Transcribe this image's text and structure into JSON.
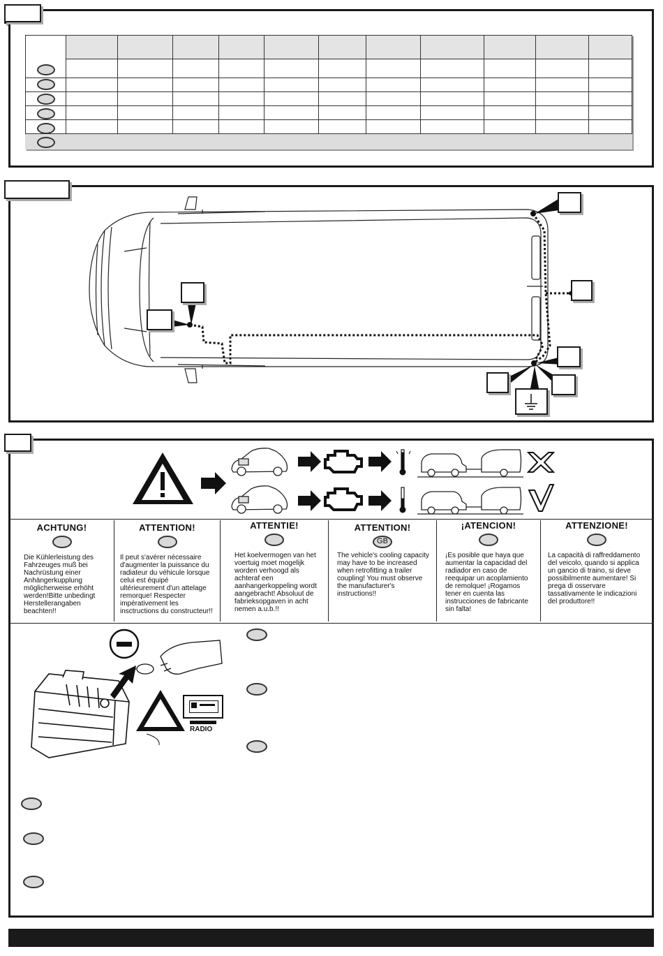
{
  "warning": {
    "columns": [
      {
        "title": "ACHTUNG!",
        "badge": "",
        "text": "Die Kühlerleistung des Fahrzeuges muß bei Nachrüstung einer Anhängerkupplung möglicherweise erhöht werden!Bitte unbedingt Herstellerangaben beachten!!"
      },
      {
        "title": "ATTENTION!",
        "badge": "",
        "text": "Il peut s'avérer nécessaire d'augmenter la puissance du radiateur du véhicule lorsque celui est équipé ultérieurement d'un attelage remorque! Respecter impérativement les insctructions du constructeur!!"
      },
      {
        "title": "ATTENTIE!",
        "badge": "",
        "text": "Het koelvermogen van het voertuig moet mogelijk worden verhoogd als achteraf een aanhangerkoppeling wordt aangebracht! Absoluut de fabrieksopgaven in acht nemen a.u.b.!!"
      },
      {
        "title": "ATTENTION!",
        "badge": "GB",
        "text": "The vehicle's cooling capacity may have to be increased when retrofitting a trailer coupling! You must observe the manufacturer's instructions!!"
      },
      {
        "title": "¡ATENCION!",
        "badge": "",
        "text": "¡Es posible que haya que aumentar la capacidad del radiador en caso de reequipar un acoplamiento de remolque! ¡Rogamos tener en cuenta las instrucciones de fabricante sin falta!"
      },
      {
        "title": "ATTENZIONE!",
        "badge": "",
        "text": "La capacità di raffreddamento del veicolo, quando si applica un gancio di traino, si deve possibilmente aumentare! Si prega di osservare tassativamente le indicazioni del produttore!!"
      }
    ]
  },
  "battery": {
    "radio_label": "RADIO",
    "minus_symbol": "−"
  },
  "colors": {
    "ink": "#1a1a1a",
    "badge": "#d9d9d9",
    "footer": "#1a1a1a"
  }
}
